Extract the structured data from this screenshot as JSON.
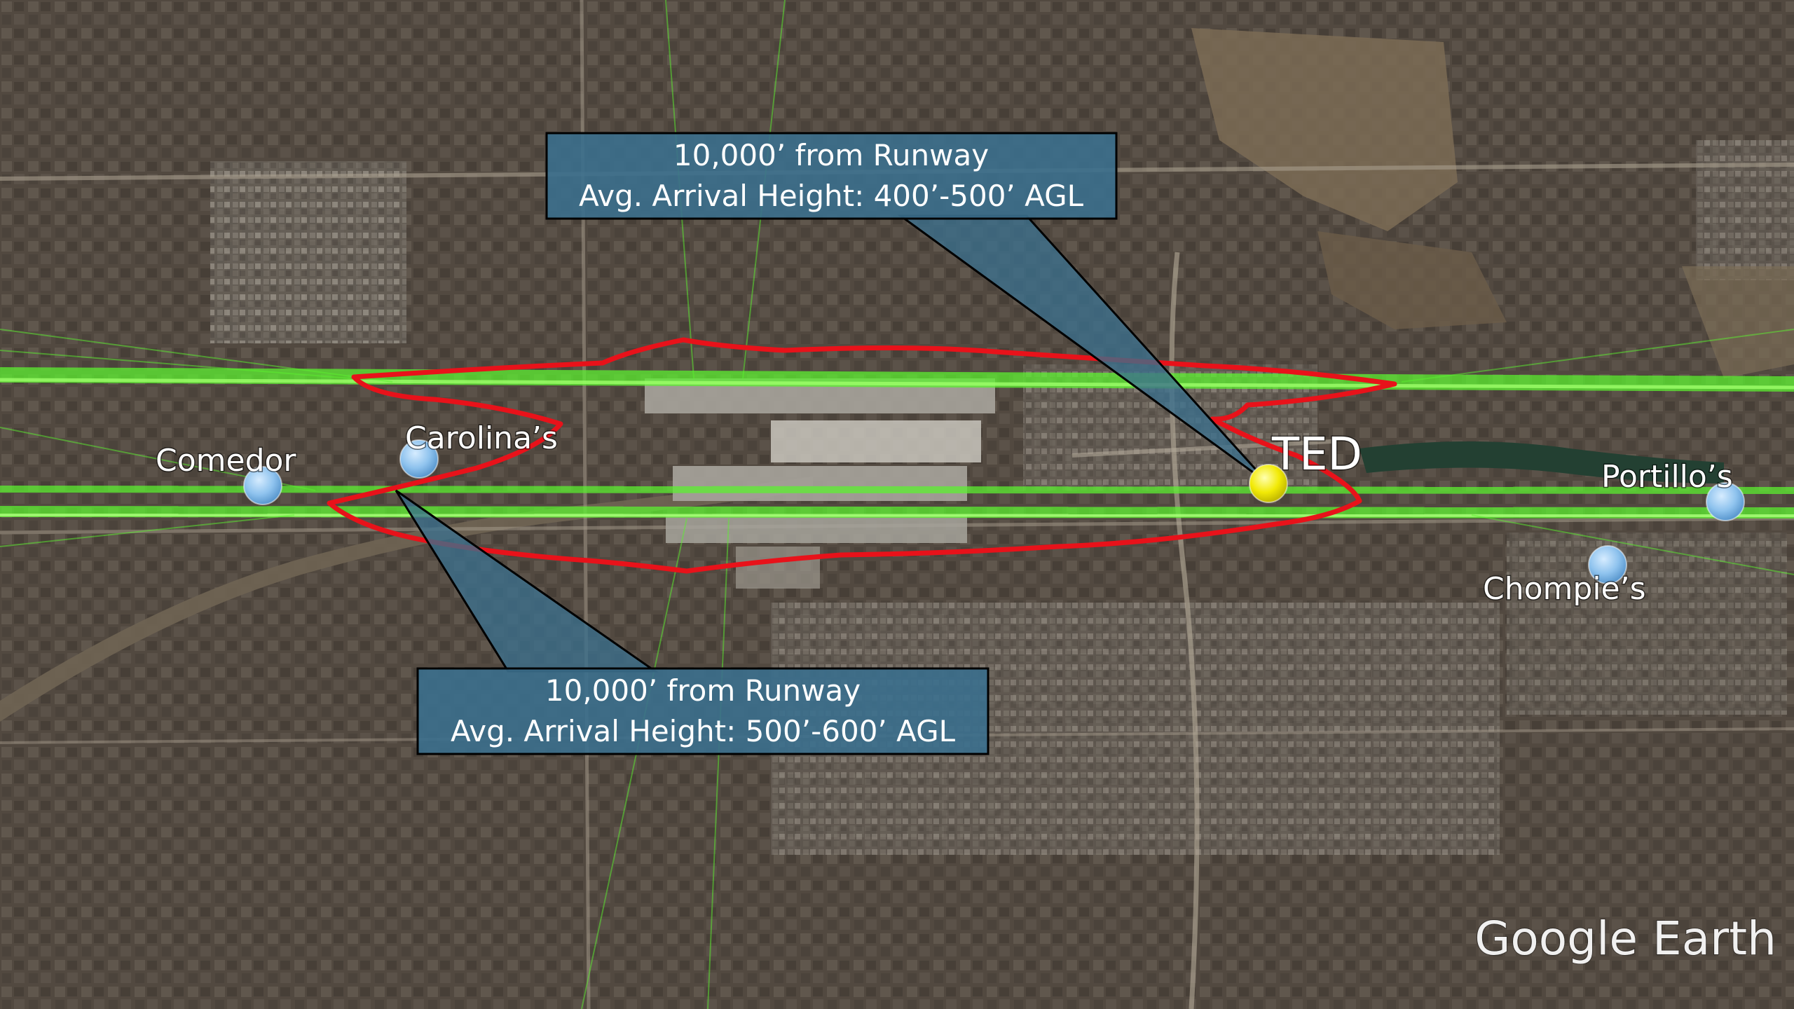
{
  "map": {
    "colors": {
      "flight_tracks": "#5cf030",
      "noise_contour": "#e8121a",
      "callout_fill": "#3b6f8d",
      "callout_border": "#000000",
      "poi_marker": "#8fc3ee",
      "ted_marker": "#f2ea06"
    }
  },
  "callouts": {
    "north": {
      "line1": "10,000’ from Runway",
      "line2": "Avg. Arrival Height: 400’-500’ AGL"
    },
    "south": {
      "line1": "10,000’ from Runway",
      "line2": "Avg. Arrival Height: 500’-600’ AGL"
    }
  },
  "places": {
    "comedor": "Comedor",
    "carolinas": "Carolina’s",
    "ted": "TED",
    "portillos": "Portillo’s",
    "chompies": "Chompie’s"
  },
  "watermark": "Google Earth"
}
